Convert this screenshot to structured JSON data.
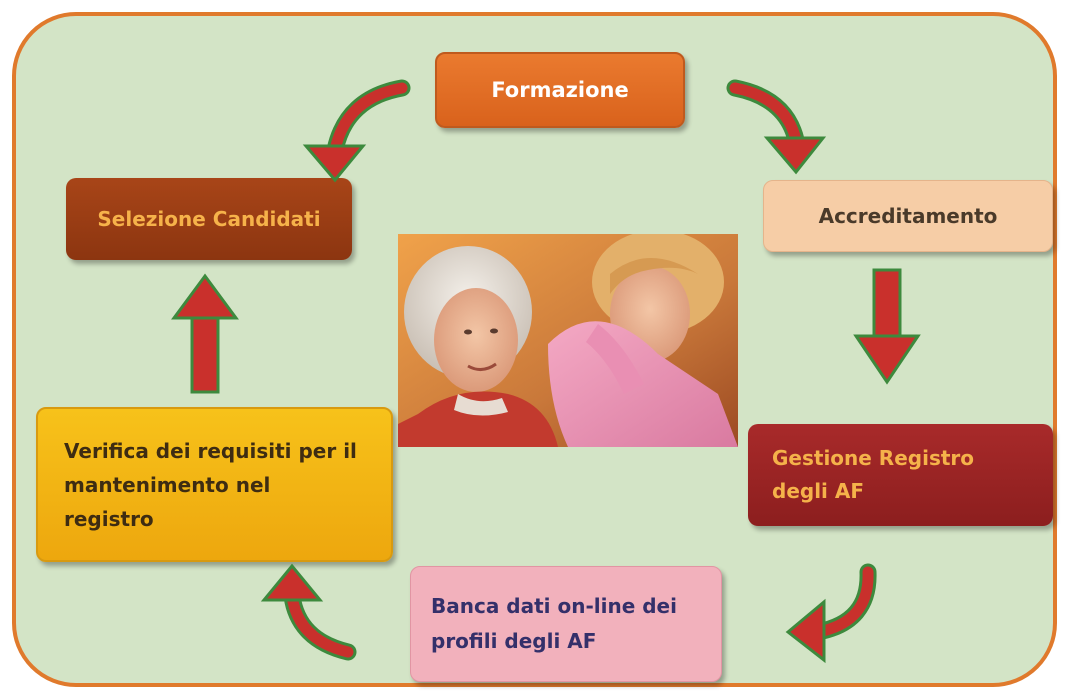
{
  "diagram": {
    "steps": {
      "formazione": "Formazione",
      "selezione": "Selezione Candidati",
      "accreditamento": "Accreditamento",
      "gestione": [
        "Gestione Registro",
        "degli AF"
      ],
      "banca": [
        "Banca dati on-line dei",
        "profili degli AF"
      ],
      "verifica": [
        "Verifica dei requisiti per il",
        "mantenimento nel",
        "registro"
      ]
    },
    "photo": {
      "alt": "",
      "subject": "elderly woman with caregiver"
    },
    "colors": {
      "frame_border": "#e07a2c",
      "background": "#d3e4c6",
      "arrow_fill": "#c9302c",
      "arrow_outline": "#3d8a3d",
      "formazione": "#e36e25",
      "selezione": "#9c3d14",
      "accreditamento": "#f6cda6",
      "gestione": "#9e2424",
      "verifica": "#f3b414",
      "banca": "#f2b1bc"
    }
  }
}
